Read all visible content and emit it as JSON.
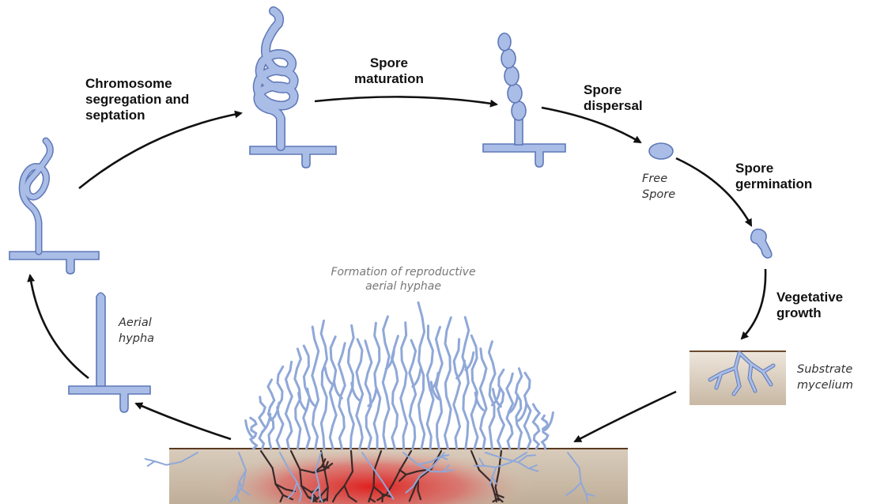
{
  "labels": {
    "chromosome_segregation": "Chromosome\nsegregation and\nseptation",
    "spore_maturation": "Spore\nmaturation",
    "spore_dispersal": "Spore\ndispersal",
    "spore_germination": "Spore\ngermination",
    "vegetative_growth": "Vegetative\ngrowth",
    "free_spore": "Free\nSpore",
    "substrate_mycelium": "Substrate\nmycelium",
    "aerial_hypha": "Aerial\nhypha",
    "formation_reproductive": "Formation of reproductive\naerial hyphae"
  },
  "colors": {
    "hypha_fill": "#a9bde6",
    "hypha_stroke": "#5f78b8",
    "arrow": "#111111",
    "soil": "#c9b9a6",
    "substrate_red": "#d62020",
    "dark_mycelium": "#3a2a2a"
  }
}
